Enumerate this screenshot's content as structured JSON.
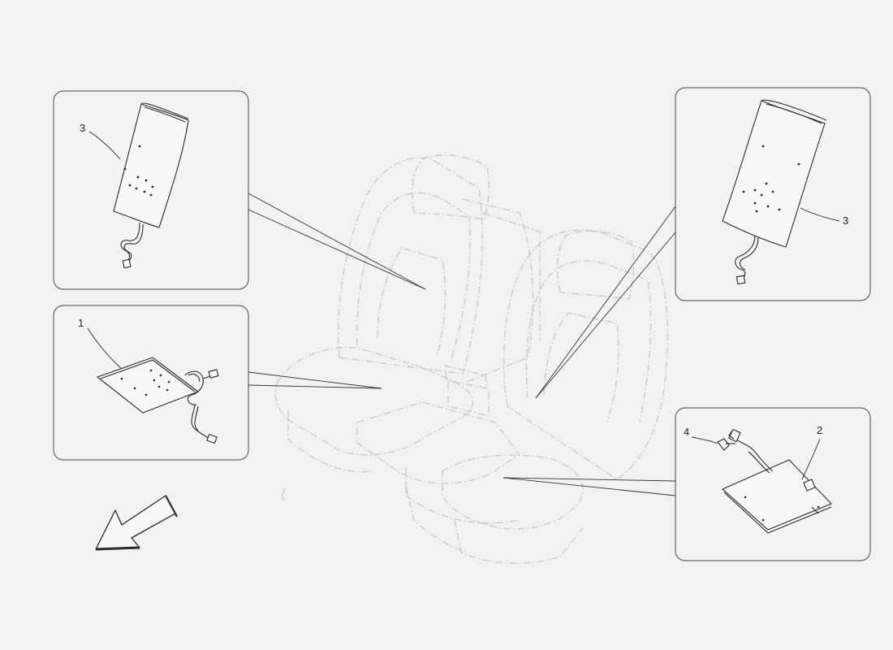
{
  "diagram": {
    "callouts": [
      {
        "id": "heater-backrest-left",
        "label": "3"
      },
      {
        "id": "heater-cushion-left",
        "label": "1"
      },
      {
        "id": "heater-backrest-right",
        "label": "3"
      },
      {
        "id": "heater-cushion-right",
        "label": "2"
      },
      {
        "id": "connector-clip",
        "label": "4"
      }
    ],
    "direction_arrow": "front-direction-arrow",
    "colors": {
      "background": "#f2f2f1",
      "ghost_seat": "#c8c8c8",
      "part_line": "#2a2a2a",
      "panel_border": "#444444"
    }
  }
}
